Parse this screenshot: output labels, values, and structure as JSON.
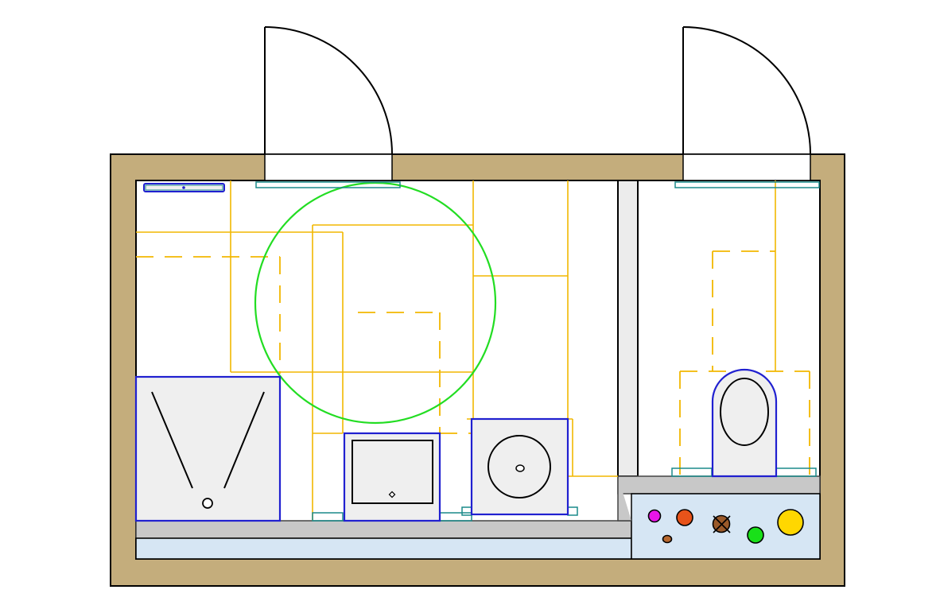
{
  "plan": {
    "kind": "bathroom-wc-floor-plan",
    "rooms": [
      {
        "id": "bathroom",
        "fixtures": [
          "shower-tray",
          "washbasin",
          "washing-machine"
        ]
      },
      {
        "id": "wc",
        "fixtures": [
          "toilet"
        ]
      }
    ],
    "doors": 2,
    "turning_circle": true,
    "pipe_markers": [
      {
        "color": "#e815e8"
      },
      {
        "color": "#e8531a"
      },
      {
        "color": "#9a5a2a"
      },
      {
        "color": "#b7682f"
      },
      {
        "color": "#19e019"
      },
      {
        "color": "#ffd700"
      }
    ]
  },
  "colors": {
    "wall": "#c4ad7c",
    "floor": "#ffffff",
    "fixture_outline": "#2020d0",
    "fixture_fill": "#efefef",
    "clearance_zone": "#f2b700",
    "turning_circle": "#22dd22",
    "wall_fitting": "#1a8a8a",
    "duct": "#c8c8c8",
    "installation_channel": "#d6e6f4"
  }
}
